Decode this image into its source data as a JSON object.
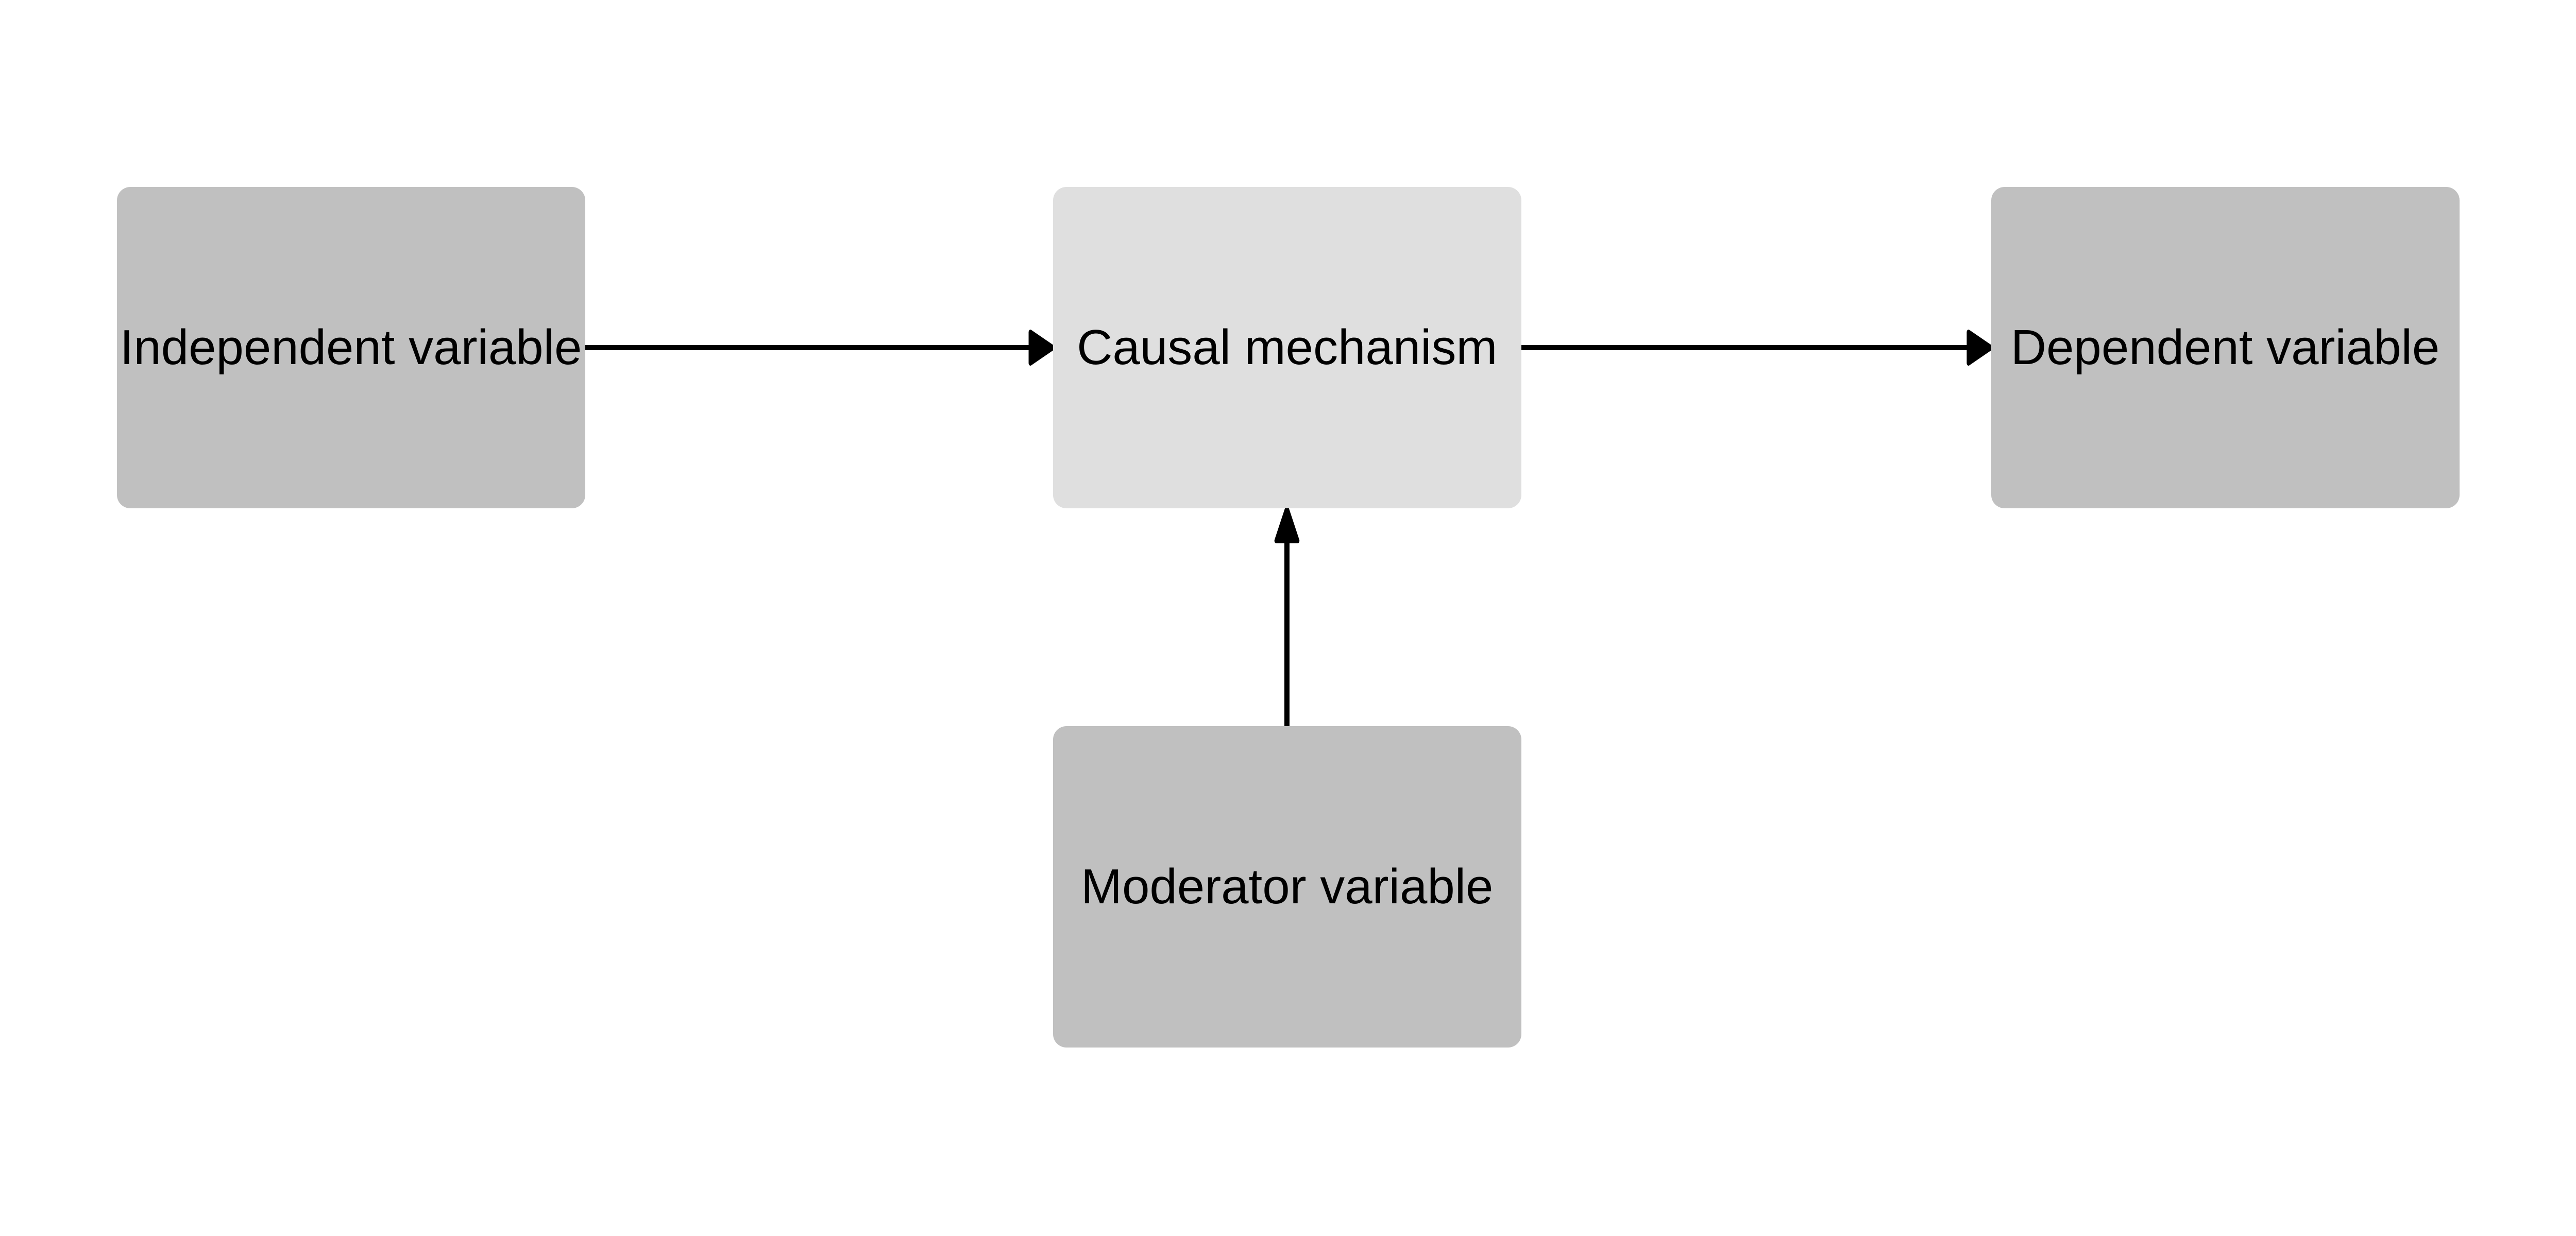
{
  "colors": {
    "node_dark": "#c0c0c0",
    "node_light": "#dfdfdf",
    "edge": "#000000",
    "background": "#ffffff"
  },
  "nodes": [
    {
      "id": "independent",
      "label": "Independent variable"
    },
    {
      "id": "mechanism",
      "label": "Causal mechanism"
    },
    {
      "id": "dependent",
      "label": "Dependent variable"
    },
    {
      "id": "moderator",
      "label": "Moderator variable"
    }
  ],
  "edges": [
    {
      "from": "independent",
      "to": "mechanism"
    },
    {
      "from": "mechanism",
      "to": "dependent"
    },
    {
      "from": "moderator",
      "to": "mechanism"
    }
  ]
}
